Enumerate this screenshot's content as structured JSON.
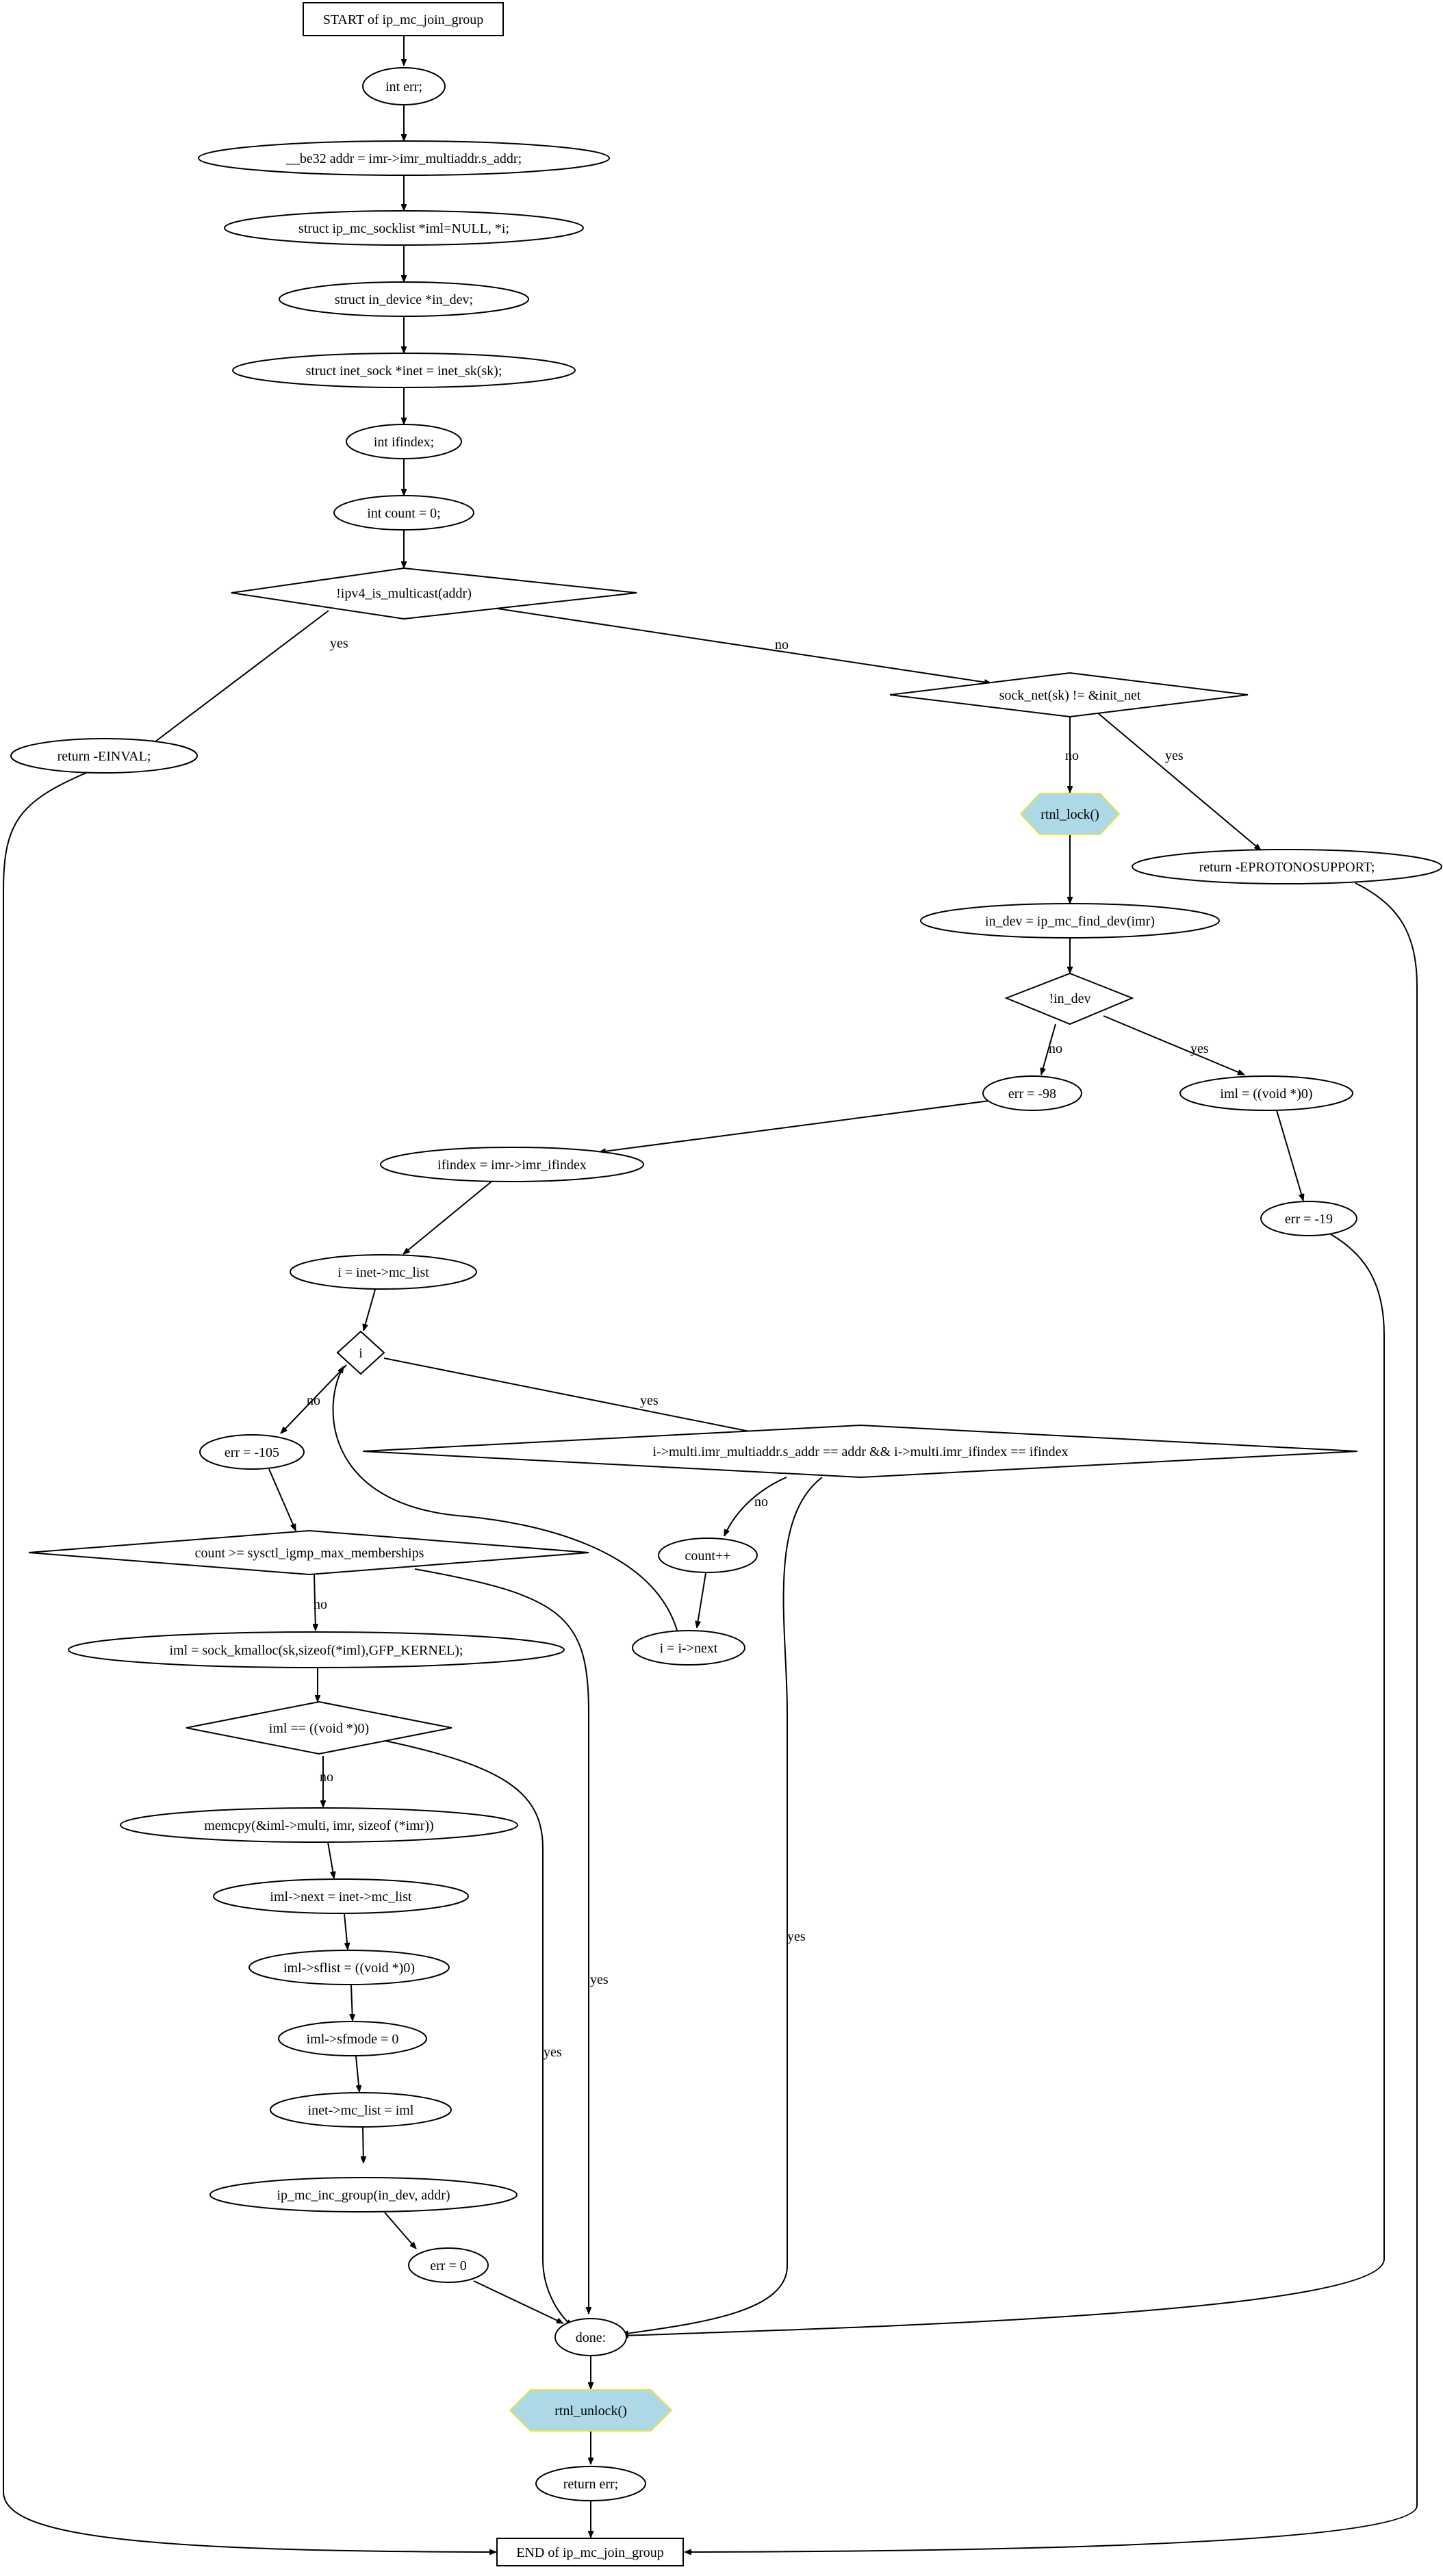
{
  "flowchart": {
    "nodes": {
      "start": "START of ip_mc_join_group",
      "n_err_decl": "int err;",
      "n_addr": "__be32 addr = imr->imr_multiaddr.s_addr;",
      "n_iml_decl": "struct ip_mc_socklist *iml=NULL, *i;",
      "n_in_dev_decl": "struct in_device *in_dev;",
      "n_inet": "struct inet_sock *inet = inet_sk(sk);",
      "n_ifindex_decl": "int ifindex;",
      "n_count": "int count = 0;",
      "d_multicast": "!ipv4_is_multicast(addr)",
      "r_einval": "return -EINVAL;",
      "d_sock_net": "sock_net(sk) != &init_net",
      "p_rtnl_lock": "rtnl_lock()",
      "r_eprotonosupport": "return -EPROTONOSUPPORT;",
      "n_find_dev": "in_dev = ip_mc_find_dev(imr)",
      "d_in_dev": "!in_dev",
      "n_err98": "err = -98",
      "n_iml_null": "iml = ((void *)0)",
      "n_ifindex": "ifindex = imr->imr_ifindex",
      "n_err19": "err = -19",
      "n_i_list": "i = inet->mc_list",
      "d_i": "i",
      "n_err105": "err = -105",
      "d_match": "i->multi.imr_multiaddr.s_addr == addr && i->multi.imr_ifindex == ifindex",
      "d_count": "count >= sysctl_igmp_max_memberships",
      "n_countpp": "count++",
      "n_i_next": "i = i->next",
      "n_kmalloc": "iml = sock_kmalloc(sk,sizeof(*iml),GFP_KERNEL);",
      "d_iml_null": "iml == ((void *)0)",
      "n_memcpy": "memcpy(&iml->multi, imr, sizeof (*imr))",
      "n_iml_next": "iml->next = inet->mc_list",
      "n_sflist": "iml->sflist = ((void *)0)",
      "n_sfmode": "iml->sfmode = 0",
      "n_mc_list": "inet->mc_list = iml",
      "n_inc_group": "ip_mc_inc_group(in_dev, addr)",
      "n_err0": "err = 0",
      "n_done": "done:",
      "p_rtnl_unlock": "rtnl_unlock()",
      "n_return_err": "return err;",
      "end": "END of ip_mc_join_group"
    },
    "edge_labels": {
      "yes": "yes",
      "no": "no"
    },
    "colors": {
      "process_fill": "#add8e6",
      "process_stroke": "#e5e54c",
      "line": "#000000"
    }
  }
}
